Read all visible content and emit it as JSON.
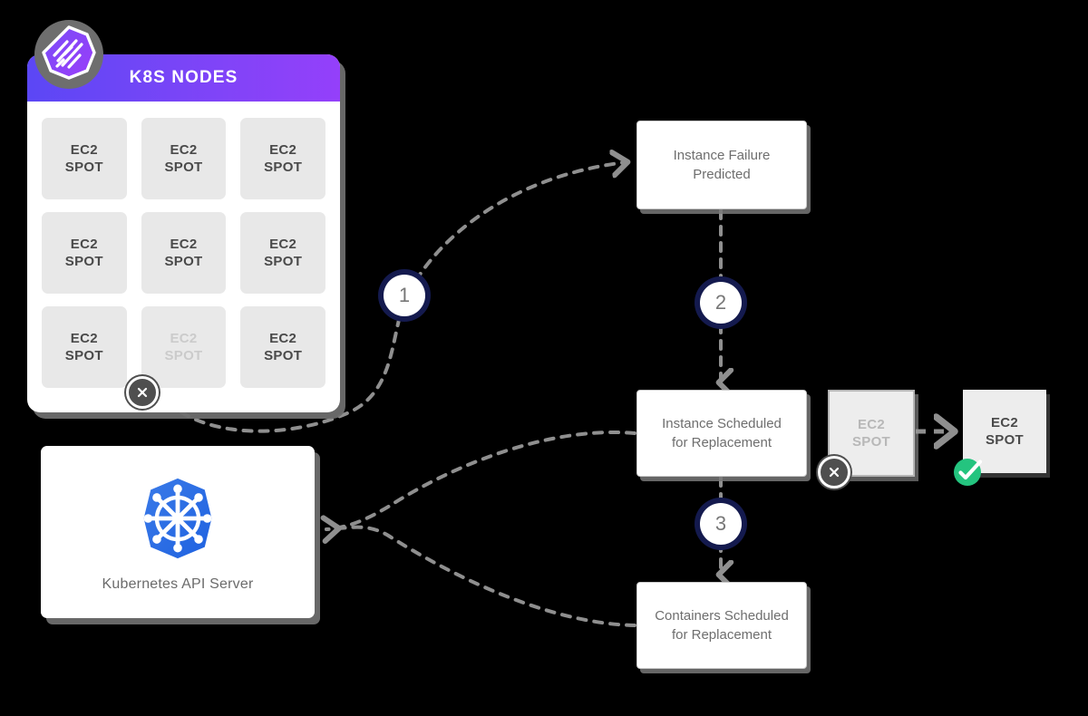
{
  "diagram": {
    "title": "Spot Ocean Kubernetes Spot Instance Replacement Flow",
    "background_color": "#000000"
  },
  "k8s_nodes_panel": {
    "header_title": "K8S NODES",
    "header_gradient_from": "#5b47f5",
    "header_gradient_to": "#9440fa",
    "brand_icon": "spot-ocean-logo-icon",
    "tiles": [
      {
        "line1": "EC2",
        "line2": "SPOT",
        "state": "active"
      },
      {
        "line1": "EC2",
        "line2": "SPOT",
        "state": "active"
      },
      {
        "line1": "EC2",
        "line2": "SPOT",
        "state": "active"
      },
      {
        "line1": "EC2",
        "line2": "SPOT",
        "state": "active"
      },
      {
        "line1": "EC2",
        "line2": "SPOT",
        "state": "active"
      },
      {
        "line1": "EC2",
        "line2": "SPOT",
        "state": "active"
      },
      {
        "line1": "EC2",
        "line2": "SPOT",
        "state": "active"
      },
      {
        "line1": "EC2",
        "line2": "SPOT",
        "state": "terminating"
      },
      {
        "line1": "EC2",
        "line2": "SPOT",
        "state": "active"
      }
    ],
    "terminate_badge_icon": "close-x-icon"
  },
  "api_server_card": {
    "label": "Kubernetes API Server",
    "logo_icon": "kubernetes-helm-wheel-icon",
    "logo_color": "#326ce5"
  },
  "flow": {
    "steps": [
      {
        "number": "1"
      },
      {
        "number": "2"
      },
      {
        "number": "3"
      }
    ],
    "step_circle_color": "#141a4e",
    "boxes": [
      {
        "id": "failure-predicted",
        "line1": "Instance Failure",
        "line2": "Predicted"
      },
      {
        "id": "instance-scheduled",
        "line1": "Instance Scheduled",
        "line2": "for Replacement"
      },
      {
        "id": "containers-scheduled",
        "line1": "Containers Scheduled",
        "line2": "for Replacement"
      }
    ]
  },
  "replacement": {
    "terminating_tile": {
      "line1": "EC2",
      "line2": "SPOT",
      "state": "terminating"
    },
    "replacement_tile": {
      "line1": "EC2",
      "line2": "SPOT",
      "state": "healthy"
    },
    "terminate_badge_icon": "close-x-icon",
    "success_badge_icon": "check-circle-icon",
    "success_color": "#24c47f"
  },
  "connector_style": {
    "color": "#8f8f8f",
    "dash": "9 9",
    "width": 4
  }
}
